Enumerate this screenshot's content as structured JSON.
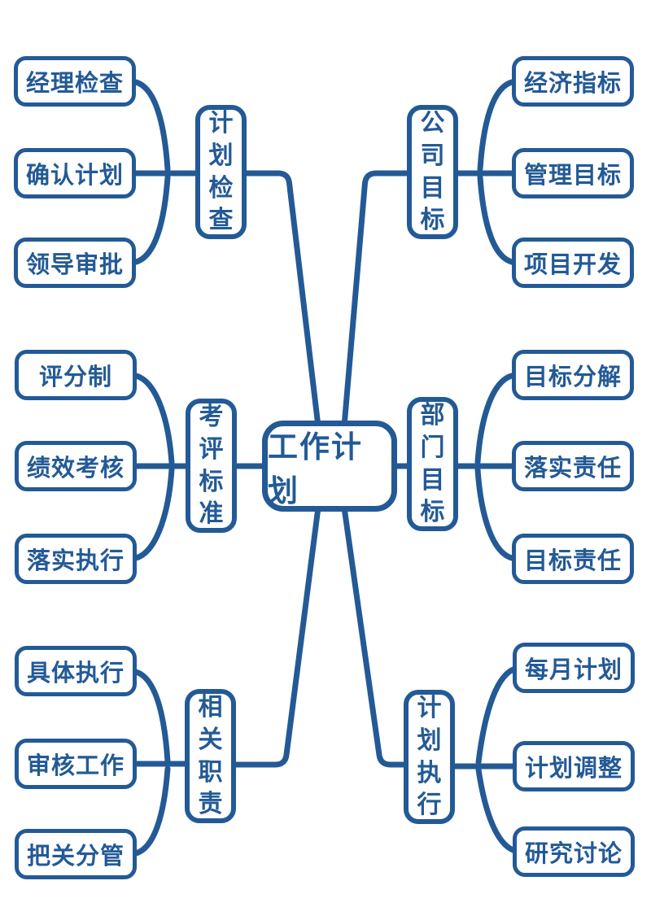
{
  "diagram": {
    "type": "mindmap",
    "accent_color": "#235a96",
    "background_color": "#ffffff",
    "center": {
      "label": "工作计划"
    },
    "branches": [
      {
        "label": "计划检查",
        "side": "left",
        "children": [
          "经理检查",
          "确认计划",
          "领导审批"
        ]
      },
      {
        "label": "公司目标",
        "side": "right",
        "children": [
          "经济指标",
          "管理目标",
          "项目开发"
        ]
      },
      {
        "label": "考评标准",
        "side": "left",
        "children": [
          "评分制",
          "绩效考核",
          "落实执行"
        ]
      },
      {
        "label": "部门目标",
        "side": "right",
        "children": [
          "目标分解",
          "落实责任",
          "目标责任"
        ]
      },
      {
        "label": "相关职责",
        "side": "left",
        "children": [
          "具体执行",
          "审核工作",
          "把关分管"
        ]
      },
      {
        "label": "计划执行",
        "side": "right",
        "children": [
          "每月计划",
          "计划调整",
          "研究讨论"
        ]
      }
    ]
  }
}
